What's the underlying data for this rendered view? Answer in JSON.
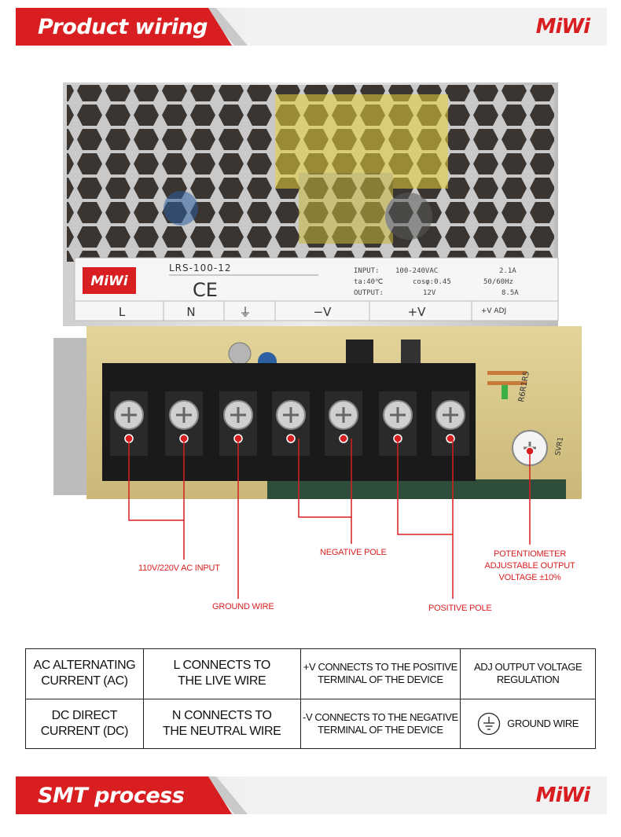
{
  "sections": {
    "wiring_title": "Product wiring",
    "smt_title": "SMT process",
    "brand": "MiWi"
  },
  "label_plate": {
    "brand": "MiWi",
    "model": "LRS-100-12",
    "ce": "CE",
    "input_label": "INPUT:",
    "input_value": "100-240VAC",
    "input_current": "2.1A",
    "ta": "ta:40℃",
    "cos": "cosφ:0.45",
    "freq": "50/60Hz",
    "output_label": "OUTPUT:",
    "output_voltage": "12V",
    "output_current": "8.5A",
    "terminals": [
      "L",
      "N",
      "⏚",
      "−V",
      "+V",
      "+V ADJ"
    ]
  },
  "board": {
    "pot_label": "SVR1",
    "res_label": "R6R1R5"
  },
  "callouts": {
    "ac_input": "110V/220V AC INPUT",
    "ground_wire": "GROUND WIRE",
    "negative_pole": "NEGATIVE POLE",
    "positive_pole": "POSITIVE POLE",
    "pot_line1": "POTENTIOMETER",
    "pot_line2": "ADJUSTABLE OUTPUT",
    "pot_line3": "VOLTAGE ±10%"
  },
  "table": {
    "r1c1_a": "AC ALTERNATING",
    "r1c1_b": "CURRENT (AC)",
    "r1c2_a": "L CONNECTS TO",
    "r1c2_b": "THE LIVE WIRE",
    "r1c3_a": "+V CONNECTS TO THE POSITIVE",
    "r1c3_b": "TERMINAL OF THE DEVICE",
    "r1c4_a": "ADJ  OUTPUT VOLTAGE",
    "r1c4_b": "REGULATION",
    "r2c1_a": "DC DIRECT",
    "r2c1_b": "CURRENT (DC)",
    "r2c2_a": "N CONNECTS TO",
    "r2c2_b": "THE NEUTRAL WIRE",
    "r2c3_a": "-V CONNECTS TO THE NEGATIVE",
    "r2c3_b": "TERMINAL OF THE DEVICE",
    "r2c4": "GROUND WIRE"
  },
  "colors": {
    "accent_red": "#d81e20",
    "banner_grey": "#f2f2f2",
    "pcb_yellow": "#d8c98a",
    "terminal_black": "#1a1a1a"
  },
  "icons": {
    "ground": "ground-symbol-icon"
  }
}
